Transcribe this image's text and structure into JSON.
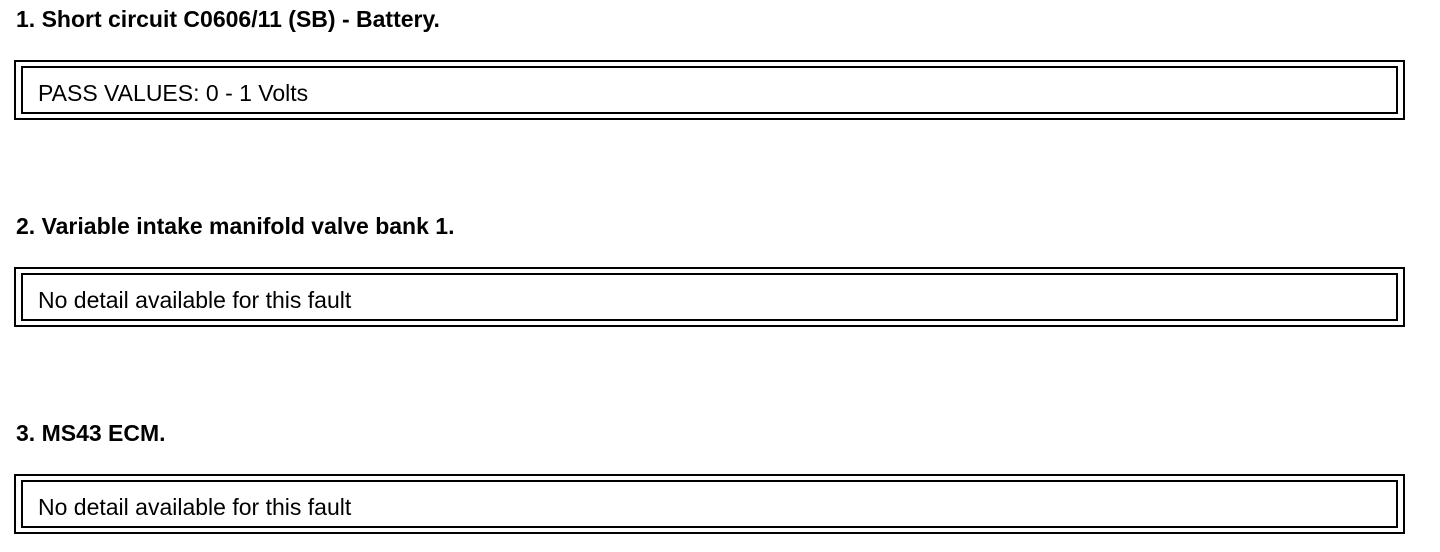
{
  "faults": [
    {
      "heading": "1. Short circuit C0606/11 (SB) - Battery.",
      "detail": "PASS VALUES: 0 - 1 Volts"
    },
    {
      "heading": "2. Variable intake manifold valve bank 1.",
      "detail": "No detail available for this fault"
    },
    {
      "heading": "3. MS43 ECM.",
      "detail": "No detail available for this fault"
    }
  ]
}
